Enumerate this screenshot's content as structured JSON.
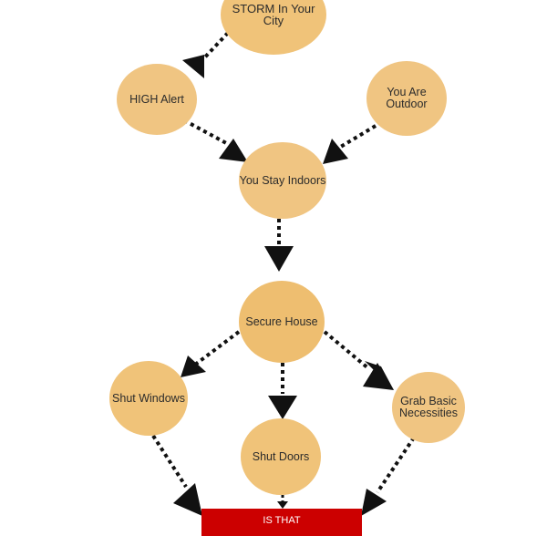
{
  "nodes": {
    "storm": "STORM In Your City",
    "high_alert": "HIGH Alert",
    "outdoor": "You Are\nOutdoor",
    "stay_indoors": "You Stay Indoors",
    "secure_house": "Secure House",
    "shut_windows": "Shut Windows",
    "shut_doors": "Shut Doors",
    "grab_basic": "Grab Basic\nNecessities"
  },
  "bottom_box": "IS THAT"
}
